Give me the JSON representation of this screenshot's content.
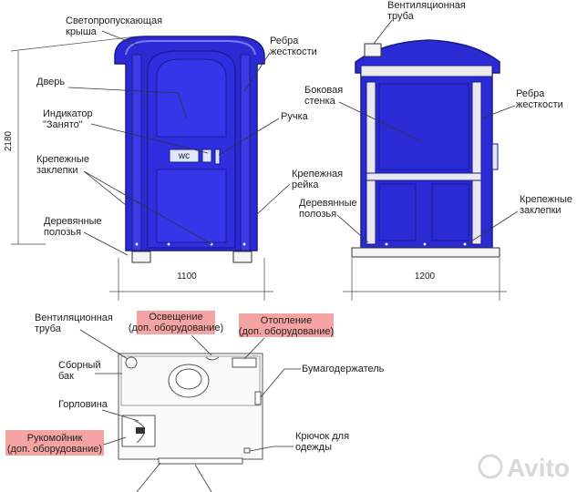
{
  "front_view": {
    "roof": "Светопропускающая крыша",
    "door": "Дверь",
    "indicator": "Индикатор \"Занято\"",
    "rivets": "Крепежные заклепки",
    "runners": "Деревянные полозья",
    "ribs": "Ребра жесткости",
    "handle": "Ручка",
    "rail": "Крепежная рейка",
    "height_dim": "2180",
    "width_dim": "1100",
    "wc_sign": "wc"
  },
  "side_view": {
    "vent": "Вентиляционная труба",
    "wall": "Боковая стенка",
    "ribs": "Ребра жесткости",
    "runners": "Деревянные полозья",
    "rivets": "Крепежные заклепки",
    "width_dim": "1200"
  },
  "plan_view": {
    "vent": "Вентиляционная труба",
    "lighting": "Освещение (доп. оборудование)",
    "heating": "Отопление (доп. оборудование)",
    "tank": "Сборный бак",
    "paper": "Бумагодержатель",
    "neck": "Горловина",
    "sink": "Рукомойник (доп. оборудование)",
    "hook": "Крючок для одежды"
  },
  "watermark": "Avito",
  "colors": {
    "blue": "#2b2bd6",
    "blue_dark": "#1a1a8e",
    "blue_light": "#4a4af0",
    "tag_bg": "#f5a3a3"
  }
}
